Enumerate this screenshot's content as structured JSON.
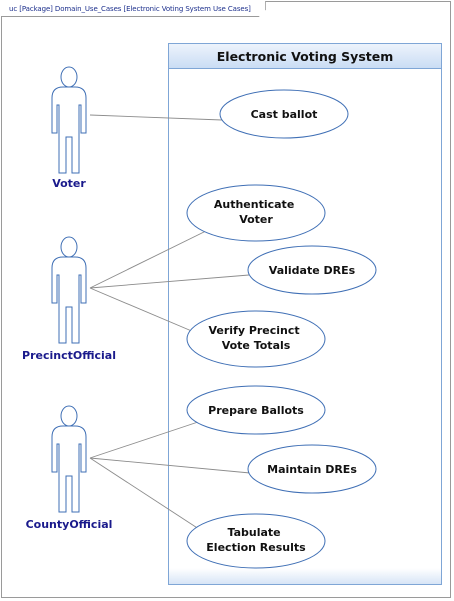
{
  "frame": {
    "tab_label": "uc [Package] Domain_Use_Cases [Electronic Voting System Use Cases]"
  },
  "system": {
    "title": "Electronic Voting System"
  },
  "actors": {
    "voter": "Voter",
    "precinct_official": "PrecinctOfficial",
    "county_official": "CountyOfficial"
  },
  "use_cases": {
    "cast_ballot": [
      "Cast ballot"
    ],
    "authenticate_voter": [
      "Authenticate",
      "Voter"
    ],
    "validate_dres": [
      "Validate DREs"
    ],
    "verify_precinct": [
      "Verify Precinct",
      "Vote Totals"
    ],
    "prepare_ballots": [
      "Prepare Ballots"
    ],
    "maintain_dres": [
      "Maintain DREs"
    ],
    "tabulate_results": [
      "Tabulate",
      "Election Results"
    ]
  },
  "colors": {
    "system_border": "#7fa6d6",
    "system_header_top": "#eef4fc",
    "system_header_bottom": "#c9dcf4",
    "usecase_border": "#3f6fb5",
    "actor_stroke": "#3f6fb5",
    "actor_label": "#1a1a8c",
    "association_line": "#8c8c8c"
  }
}
